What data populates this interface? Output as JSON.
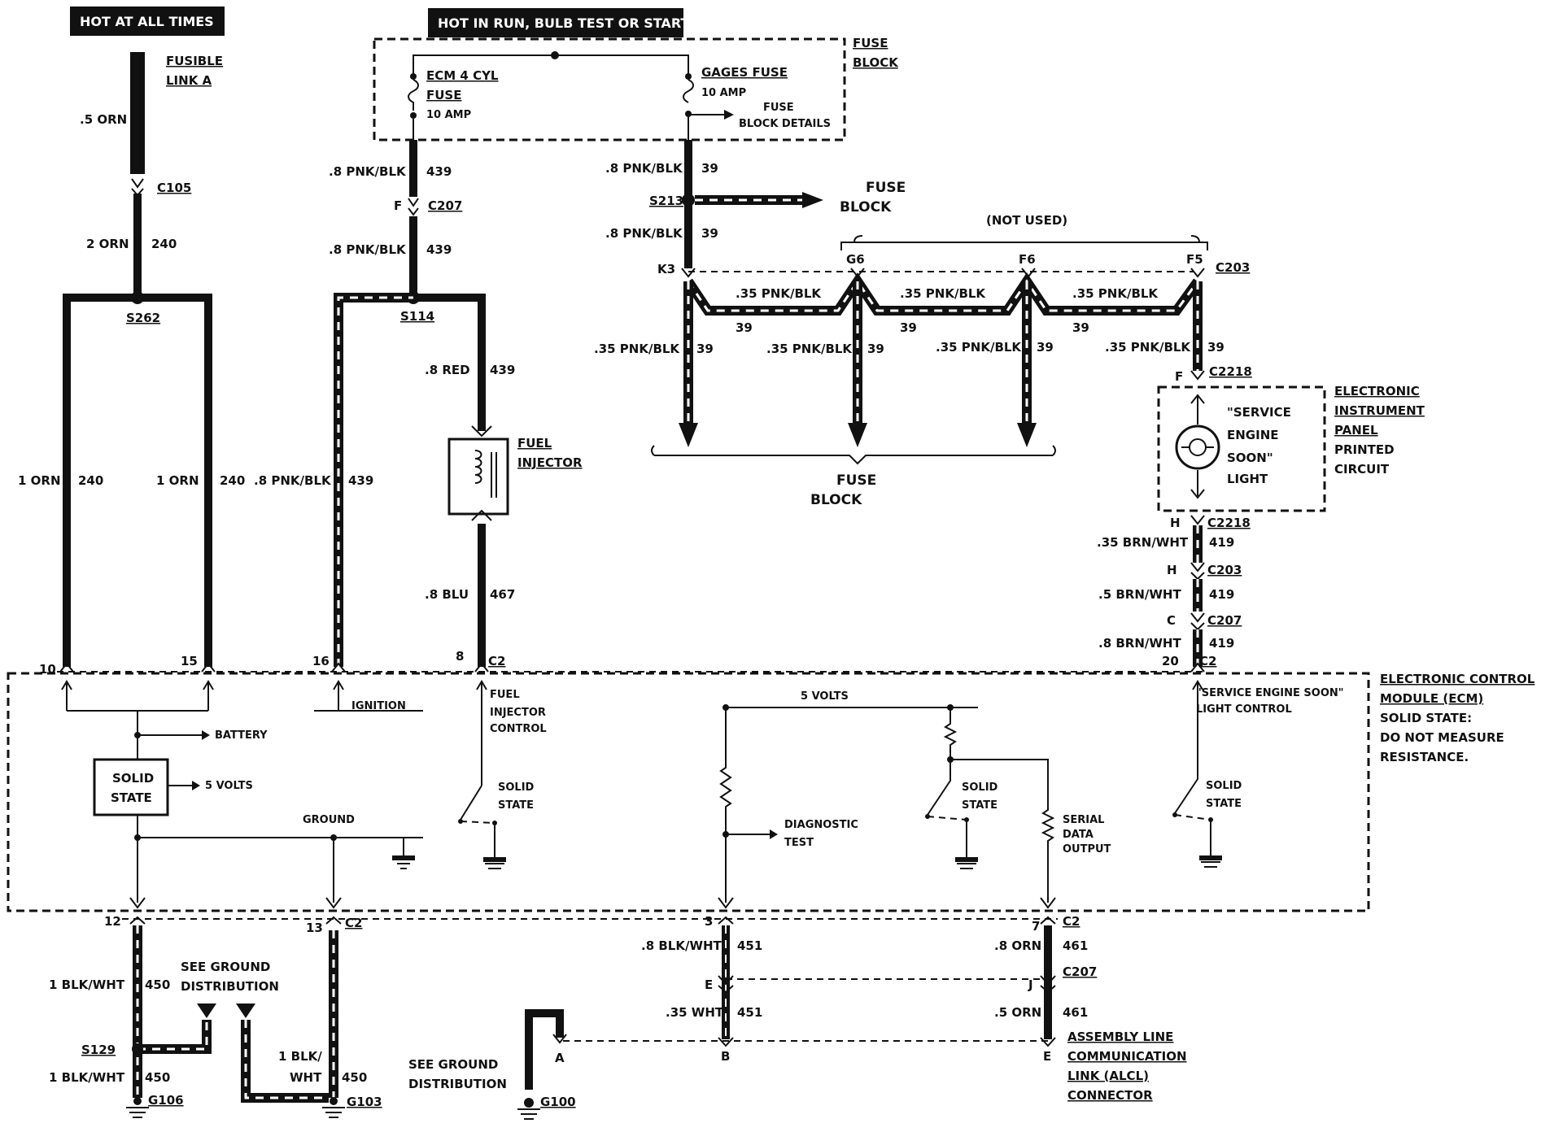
{
  "headers": {
    "hot_all_times": "HOT AT ALL TIMES",
    "hot_in_run": "HOT IN RUN, BULB TEST OR START"
  },
  "fuses": {
    "fusible_link": [
      "FUSIBLE",
      "LINK A"
    ],
    "ecm_fuse": [
      "ECM 4 CYL",
      "FUSE",
      "10 AMP"
    ],
    "gages_fuse": [
      "GAGES FUSE",
      "10 AMP"
    ],
    "fuse_block_details": [
      "FUSE",
      "BLOCK DETAILS"
    ],
    "fuse_block": [
      "FUSE",
      "BLOCK"
    ]
  },
  "wires": {
    "w_5orn": ".5 ORN",
    "w_2orn": "2 ORN",
    "c240": "240",
    "w_1orn": "1 ORN",
    "w_8pnkblk": ".8 PNK/BLK",
    "c439": "439",
    "w_8red": ".8 RED",
    "w_8blu": ".8 BLU",
    "c467": "467",
    "c39": "39",
    "w_35pnkblk": ".35 PNK/BLK",
    "w_35brnwht": ".35 BRN/WHT",
    "w_5brnwht": ".5 BRN/WHT",
    "w_8brnwht": ".8 BRN/WHT",
    "c419": "419",
    "w_1blkwht": "1 BLK/WHT",
    "w_1blk": "1 BLK/",
    "w_wht": "WHT",
    "c450": "450",
    "w_8blkwht": ".8 BLK/WHT",
    "c451": "451",
    "w_35wht": ".35 WHT",
    "w_8orn": ".8 ORN",
    "w_5orn2": ".5 ORN",
    "c461": "461"
  },
  "connectors": {
    "c105": "C105",
    "s262": "S262",
    "c207": "C207",
    "s114": "S114",
    "s213": "S213",
    "c203": "C203",
    "c2218": "C2218",
    "c2": "C2",
    "s129": "S129",
    "g106": "G106",
    "g103": "G103",
    "g100": "G100",
    "not_used": "(NOT USED)",
    "k3": "K3",
    "g6": "G6",
    "f6": "F6",
    "f5": "F5",
    "pin_f": "F",
    "pin_h": "H",
    "pin_c": "C",
    "pin_e": "E",
    "pin_j": "J",
    "pin_a": "A",
    "pin_b": "B",
    "pins": [
      "10",
      "15",
      "16",
      "8",
      "20",
      "12",
      "13",
      "3",
      "7"
    ]
  },
  "components": {
    "fuel_injector": [
      "FUEL",
      "INJECTOR"
    ],
    "ses_light": [
      "\"SERVICE",
      "ENGINE",
      "SOON\"",
      "LIGHT"
    ],
    "eip": [
      "ELECTRONIC",
      "INSTRUMENT",
      "PANEL",
      "PRINTED",
      "CIRCUIT"
    ],
    "ecm": [
      "ELECTRONIC CONTROL",
      "MODULE (ECM)",
      "SOLID STATE:",
      "DO NOT MEASURE",
      "RESISTANCE."
    ],
    "solid_state_box": [
      "SOLID",
      "STATE"
    ],
    "solid_state": [
      "SOLID",
      "STATE"
    ],
    "battery": "BATTERY",
    "five_volts": "5 VOLTS",
    "ground": "GROUND",
    "ignition": "IGNITION",
    "fuel_injector_control": [
      "FUEL",
      "INJECTOR",
      "CONTROL"
    ],
    "ses_control": [
      "\"SERVICE ENGINE SOON\"",
      "LIGHT CONTROL"
    ],
    "diagnostic_test": [
      "DIAGNOSTIC",
      "TEST"
    ],
    "serial_data": [
      "SERIAL",
      "DATA",
      "OUTPUT"
    ],
    "see_ground_dist": [
      "SEE GROUND",
      "DISTRIBUTION"
    ],
    "alcl": [
      "ASSEMBLY LINE",
      "COMMUNICATION",
      "LINK (ALCL)",
      "CONNECTOR"
    ]
  }
}
